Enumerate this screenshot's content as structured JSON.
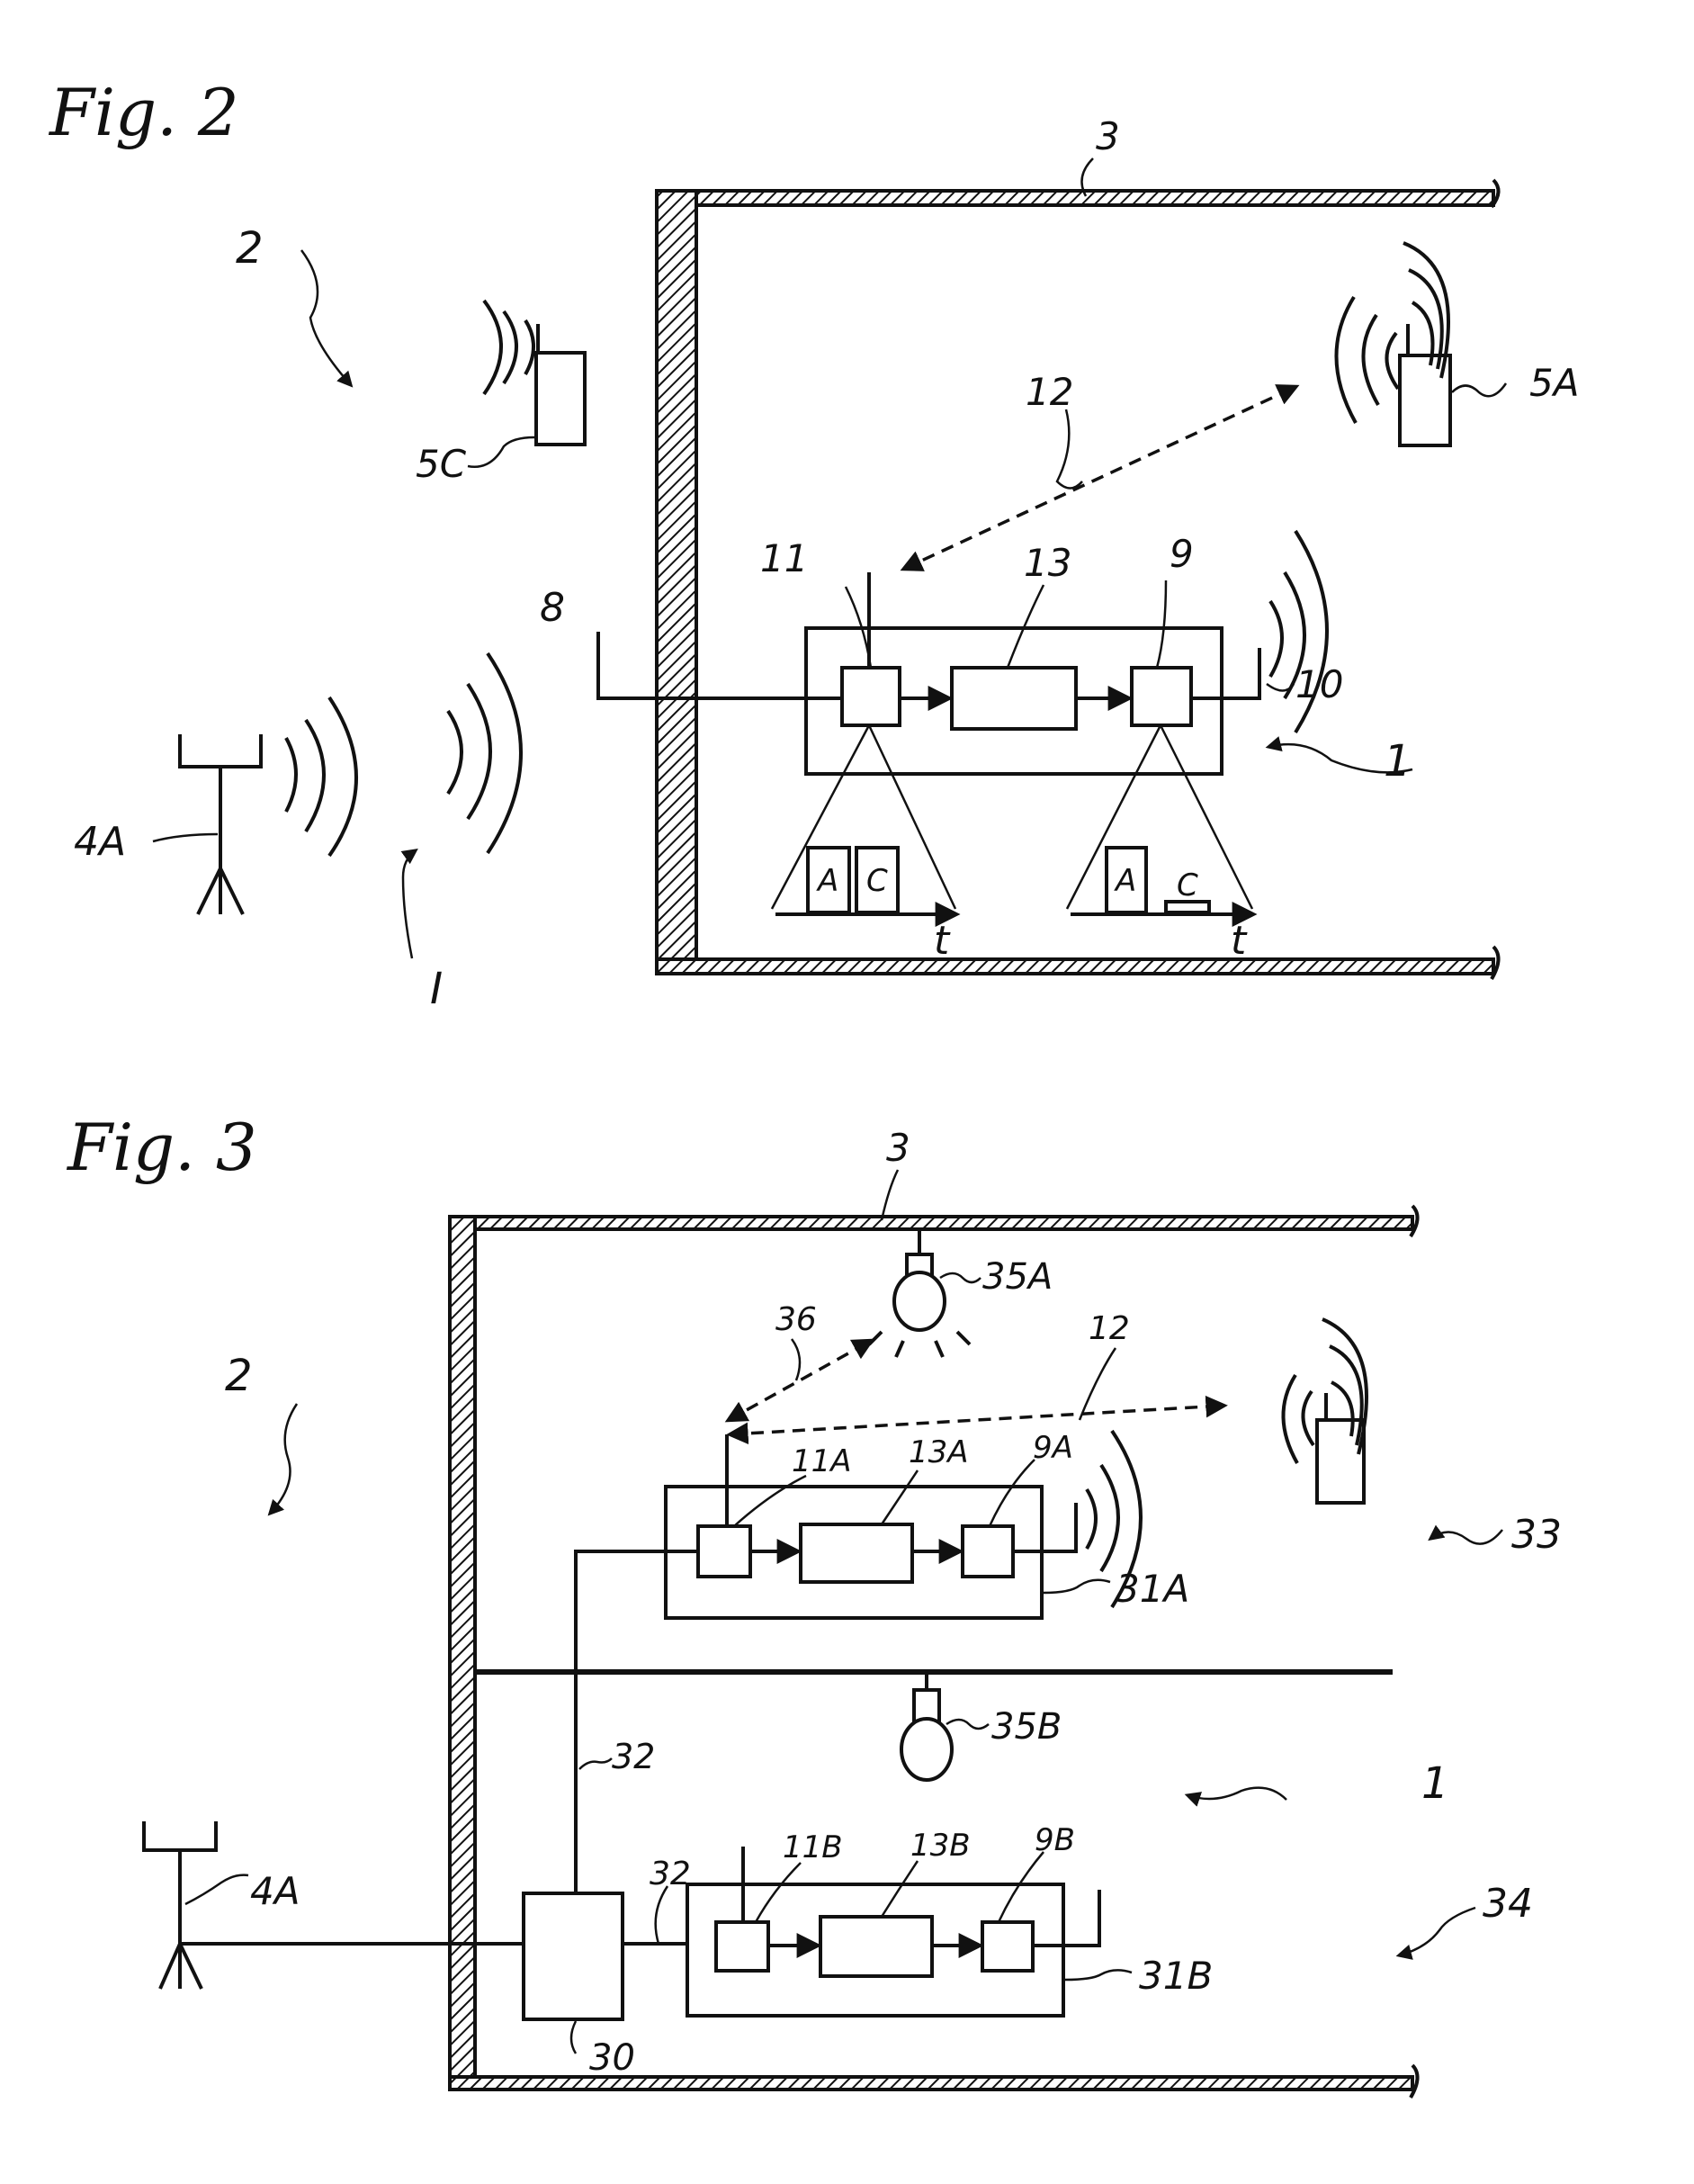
{
  "fig2": {
    "title": "Fig. 2",
    "labels": {
      "system": "2",
      "wall": "3",
      "phone_outside": "5C",
      "phone_inside": "5A",
      "link": "12",
      "receiver": "11",
      "processor": "13",
      "transmitter": "9",
      "rx_antenna": "8",
      "tx_antenna": "10",
      "repeater": "1",
      "base_station": "4A",
      "incoming": "I",
      "slot_a_in": "A",
      "slot_c_in": "C",
      "slot_a_out": "A",
      "slot_c_out": "C",
      "time_in": "t",
      "time_out": "t"
    }
  },
  "fig3": {
    "title": "Fig. 3",
    "labels": {
      "wall": "3",
      "system": "2",
      "lamp_a": "35A",
      "lamp_b": "35B",
      "lamp_link": "36",
      "link": "12",
      "receiver_a": "11A",
      "processor_a": "13A",
      "transmitter_a": "9A",
      "unit_a": "31A",
      "floor_upper": "33",
      "cable": "32",
      "repeater": "1",
      "base_station": "4A",
      "cable_b": "32",
      "receiver_b": "11B",
      "processor_b": "13B",
      "transmitter_b": "9B",
      "unit_b": "31B",
      "floor_lower": "34",
      "hub": "30"
    }
  }
}
